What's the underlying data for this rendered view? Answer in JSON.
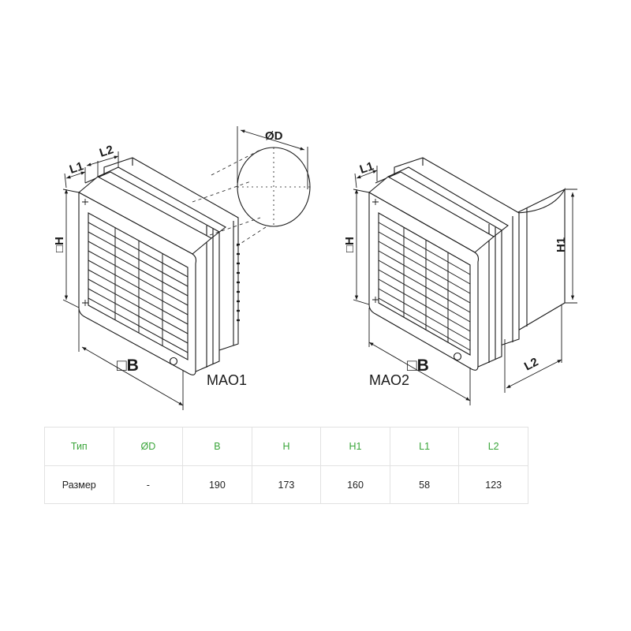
{
  "colors": {
    "header_text": "#3aa53a",
    "line": "#1a1a1a",
    "table_border": "#e2e2e2"
  },
  "drawing": {
    "left_unit": {
      "model": "MAO1",
      "labels": {
        "l1": "L1",
        "l2": "L2",
        "h": "□H",
        "b": "□B",
        "d": "ØD"
      }
    },
    "right_unit": {
      "model": "MAO2",
      "labels": {
        "l1": "L1",
        "l2": "L2",
        "h": "□H",
        "b": "□B",
        "h1": "H1"
      }
    }
  },
  "table": {
    "headers": [
      "Тип",
      "ØD",
      "B",
      "H",
      "H1",
      "L1",
      "L2"
    ],
    "values": [
      "Размер",
      "-",
      "190",
      "173",
      "160",
      "58",
      "123"
    ]
  }
}
